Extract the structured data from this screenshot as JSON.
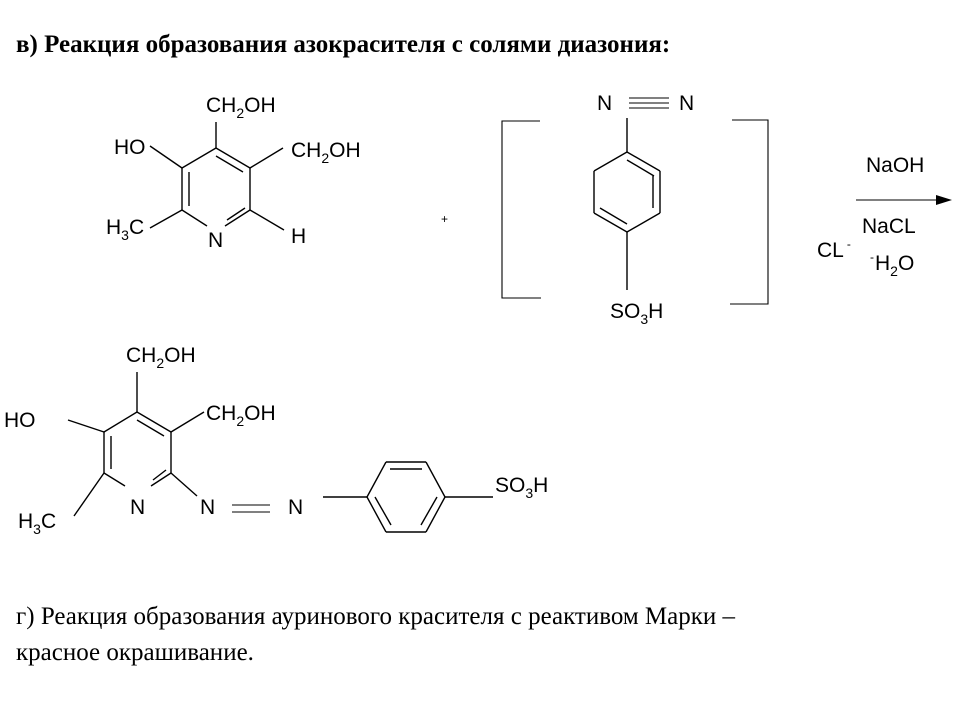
{
  "headings": {
    "section_v": "в) Реакция образования азокрасителя с солями диазония:",
    "section_g_line1": "г) Реакция образования ауринового красителя с реактивом Марки –",
    "section_g_line2": "красное окрашивание."
  },
  "reactant_pyridine": {
    "top_group": {
      "a": "CH",
      "sub": "2",
      "b": "OH"
    },
    "right_group": {
      "a": "CH",
      "sub": "2",
      "b": "OH"
    },
    "hydroxyl": "HO",
    "methyl": {
      "a": "H",
      "sub": "3",
      "b": "C"
    },
    "ring_nitrogen": "N",
    "hydrogen": "H"
  },
  "plus_sign": "+",
  "diazonium_salt": {
    "n1": "N",
    "n2": "N",
    "sulfo": {
      "a": "SO",
      "sub": "3",
      "b": "H"
    },
    "counter_ion": {
      "a": "CL",
      "sup": "-"
    }
  },
  "conditions": {
    "reagent": "NaOH",
    "byproduct_salt": "NaCL",
    "byproduct_water": {
      "pre": "-",
      "a": "H",
      "sub": "2",
      "b": "O"
    }
  },
  "product": {
    "top_group": {
      "a": "CH",
      "sub": "2",
      "b": "OH"
    },
    "right_group": {
      "a": "CH",
      "sub": "2",
      "b": "OH"
    },
    "hydroxyl": "HO",
    "methyl": {
      "a": "H",
      "sub": "3",
      "b": "C"
    },
    "ring_nitrogen": "N",
    "azo_n1": "N",
    "azo_n2": "N",
    "sulfo": {
      "a": "SO",
      "sub": "3",
      "b": "H"
    }
  }
}
